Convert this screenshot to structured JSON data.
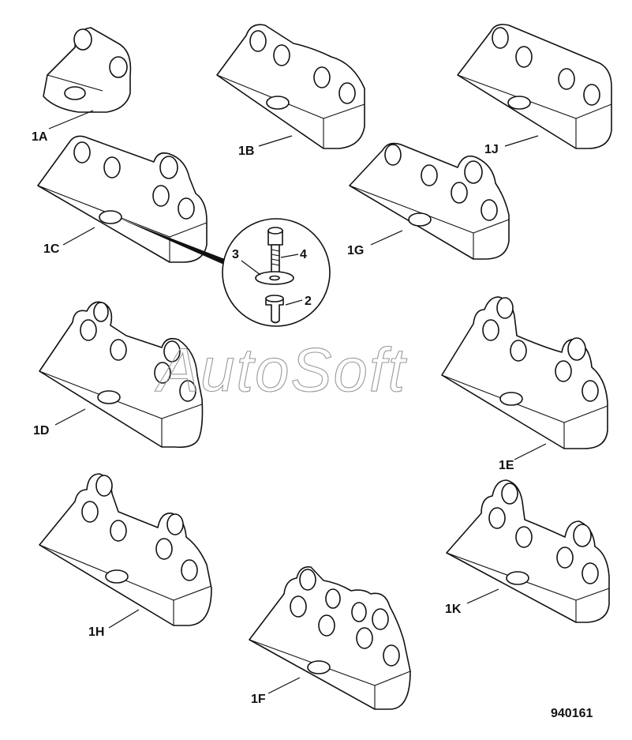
{
  "callouts": {
    "c1A": "1A",
    "c1B": "1B",
    "c1C": "1C",
    "c1D": "1D",
    "c1E": "1E",
    "c1F": "1F",
    "c1G": "1G",
    "c1H": "1H",
    "c1J": "1J",
    "c1K": "1K",
    "c2": "2",
    "c3": "3",
    "c4": "4"
  },
  "figure_number": "940161",
  "watermark": "AutoSoft",
  "colors": {
    "line": "#111111",
    "watermark": "#9a9a9a",
    "background": "#ffffff"
  }
}
